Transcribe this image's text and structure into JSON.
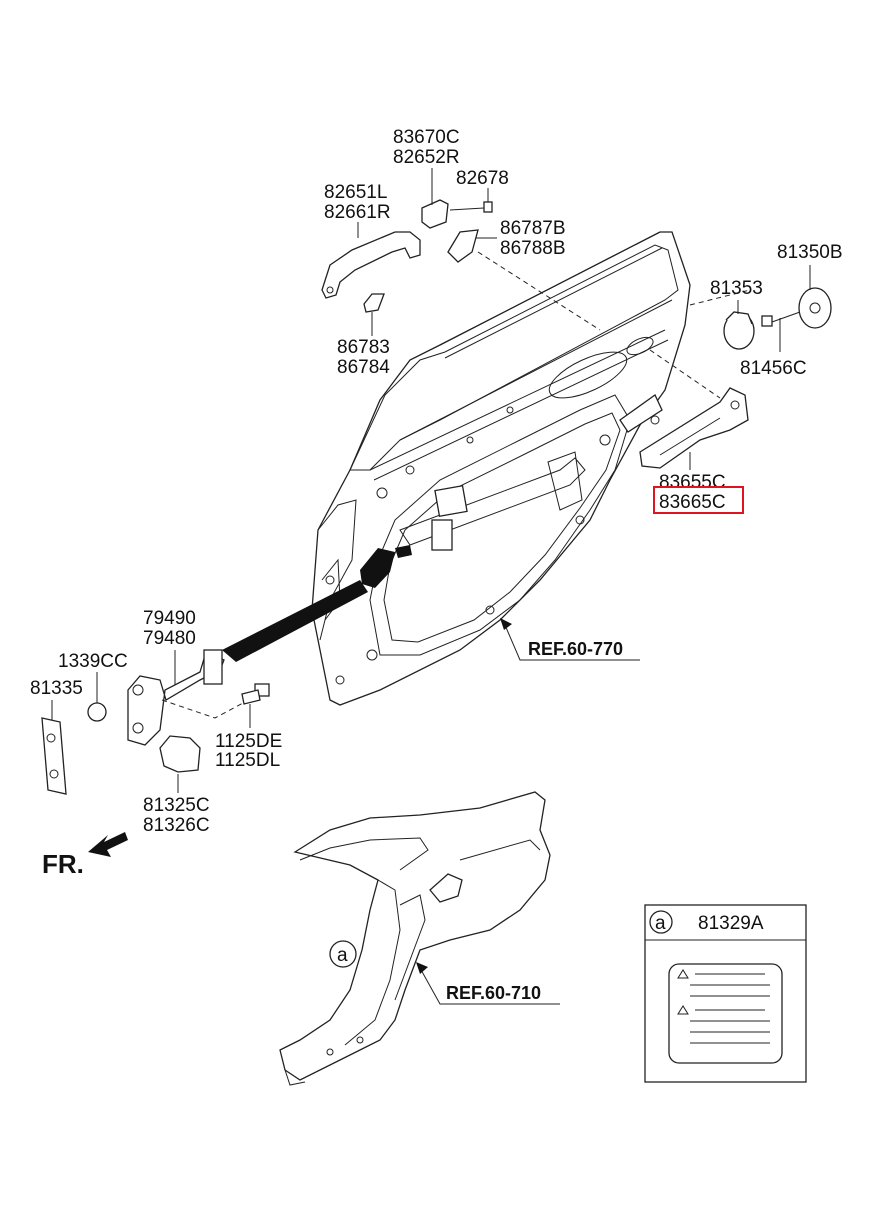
{
  "parts": {
    "p83670C": "83670C",
    "p82652R": "82652R",
    "p82678": "82678",
    "p82651L": "82651L",
    "p82661R": "82661R",
    "p86787B": "86787B",
    "p86788B": "86788B",
    "p81350B": "81350B",
    "p81353": "81353",
    "p81456C": "81456C",
    "p86783": "86783",
    "p86784": "86784",
    "p83655C": "83655C",
    "p83665C": "83665C",
    "p79490": "79490",
    "p79480": "79480",
    "p1339CC": "1339CC",
    "p81335": "81335",
    "p1125DE": "1125DE",
    "p1125DL": "1125DL",
    "p81325C": "81325C",
    "p81326C": "81326C"
  },
  "refs": {
    "ref_60_770": "REF.60-770",
    "ref_60_710": "REF.60-710"
  },
  "direction": {
    "front": "FR."
  },
  "callout": {
    "marker": "a",
    "part": "81329A"
  },
  "highlight_color": "#e0141e"
}
